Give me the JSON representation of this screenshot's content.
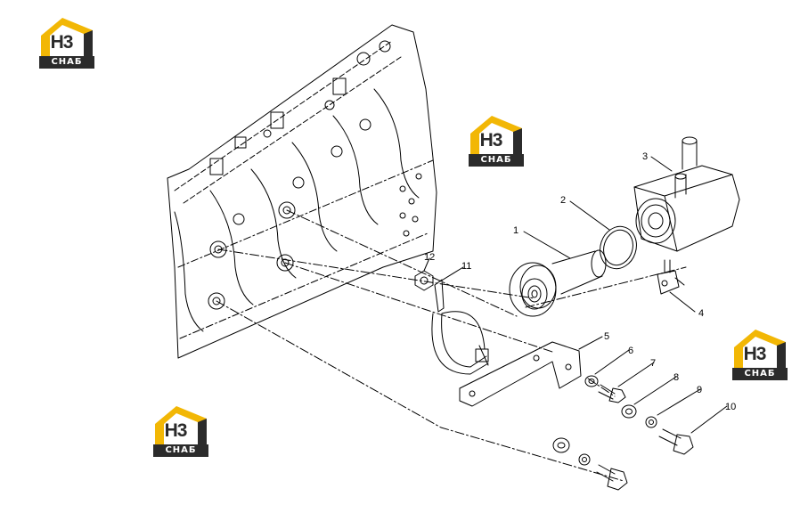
{
  "watermark": {
    "line1": "H3",
    "line2": "СНАБ",
    "brand_yellow": "#f2b705",
    "brand_dark": "#2b2b2b"
  },
  "callouts": [
    "1",
    "2",
    "3",
    "4",
    "5",
    "6",
    "7",
    "8",
    "9",
    "10",
    "11",
    "12"
  ]
}
